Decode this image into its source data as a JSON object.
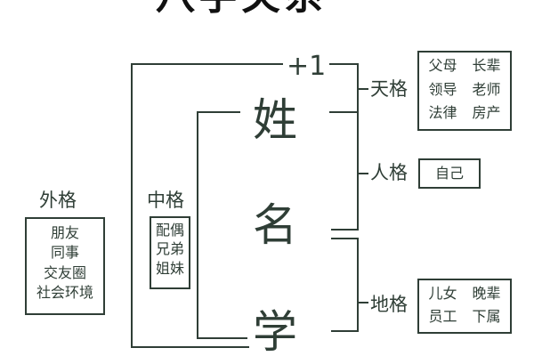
{
  "title": "八字关系",
  "plus_one": "+1",
  "main_chars": [
    "姓",
    "名",
    "学"
  ],
  "tiange": {
    "label": "天格",
    "items": [
      "父母",
      "长辈",
      "领导",
      "老师",
      "法律",
      "房产"
    ]
  },
  "renge": {
    "label": "人格",
    "items": [
      "自己"
    ]
  },
  "dige": {
    "label": "地格",
    "items": [
      "儿女",
      "晚辈",
      "员工",
      "下属"
    ]
  },
  "zhongge": {
    "label": "中格",
    "items": [
      "配偶",
      "兄弟",
      "姐妹"
    ]
  },
  "waige": {
    "label": "外格",
    "items": [
      "朋友",
      "同事",
      "交友圈",
      "社会环境"
    ]
  },
  "colors": {
    "ink": "#2f3e36",
    "background": "#ffffff"
  }
}
